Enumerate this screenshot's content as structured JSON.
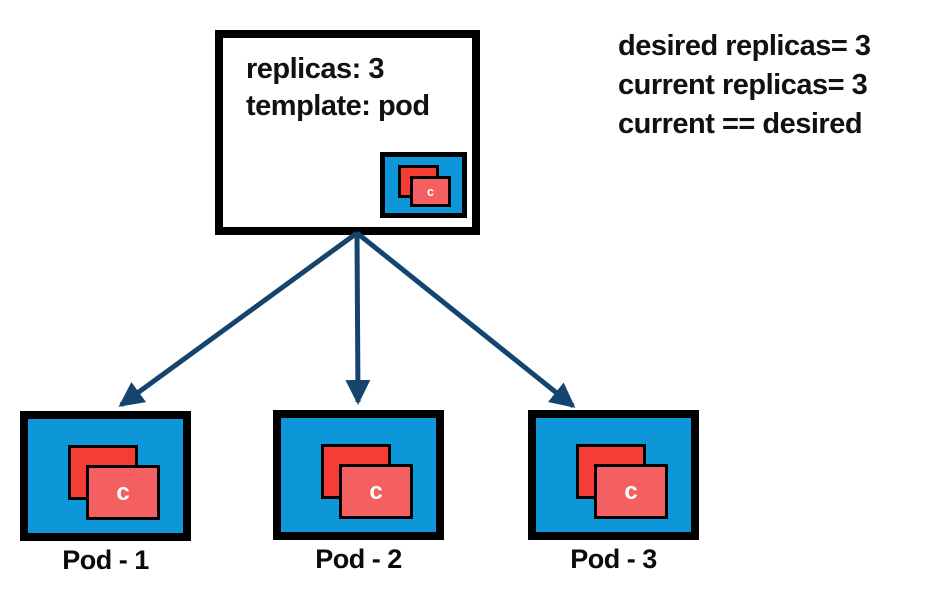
{
  "diagram": {
    "title_semantic": "replicaset-desired-vs-current-replicas",
    "replicaset_box": {
      "line1": "replicas: 3",
      "line2": "template: pod"
    },
    "status_text": {
      "line1": "desired replicas= 3",
      "line2": "current replicas= 3",
      "line3": "current == desired"
    },
    "pods": [
      {
        "label": "Pod - 1"
      },
      {
        "label": "Pod - 2"
      },
      {
        "label": "Pod - 3"
      }
    ],
    "container_letter": "c",
    "colors": {
      "pod_blue": "#0d96d8",
      "container_red_back": "#f43d34",
      "container_red_front": "#f45f62",
      "arrow_navy": "#15456f",
      "border_black": "#000000",
      "text_black": "#111111",
      "background_white": "#ffffff"
    }
  }
}
